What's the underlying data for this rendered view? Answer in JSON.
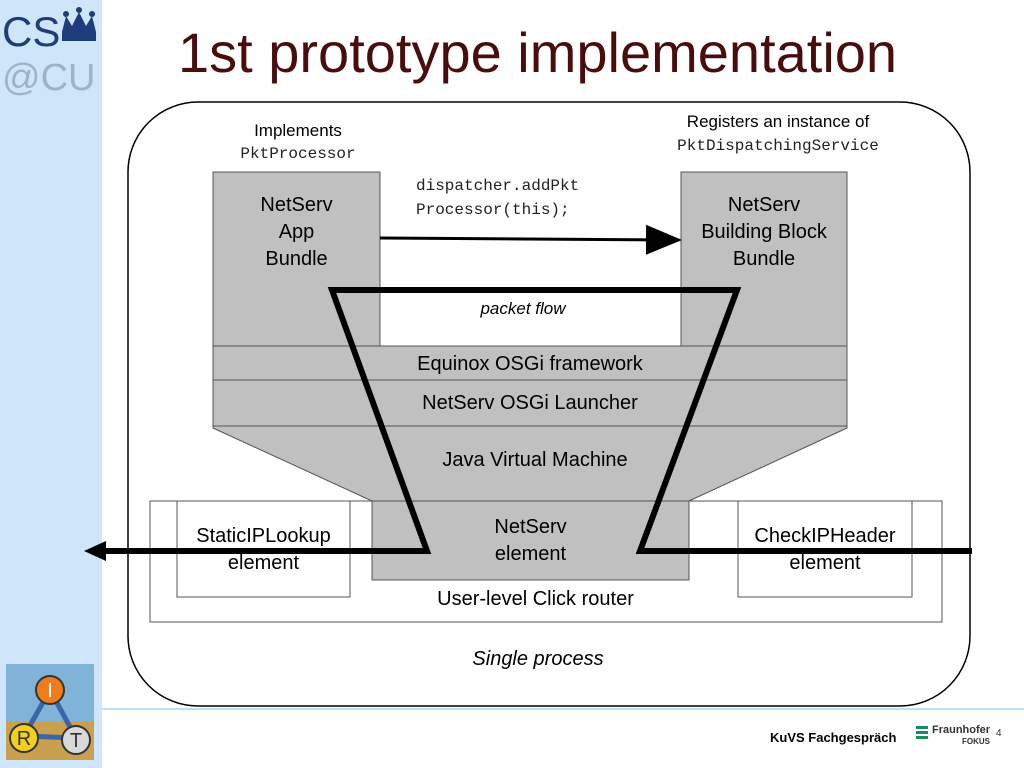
{
  "slide": {
    "title": "1st prototype implementation",
    "footer": "KuVS Fachgespräch",
    "fraunhofer_name": "Fraunhofer",
    "fraunhofer_sub": "FOKUS",
    "page_number": "4"
  },
  "logos": {
    "cs_text": "CS",
    "cu_text": "@CU",
    "irt_letters": [
      "I",
      "R",
      "T"
    ]
  },
  "diagram": {
    "implements_label": "Implements",
    "implements_interface": "PktProcessor",
    "registers_label": "Registers an instance of",
    "registers_service": "PktDispatchingService",
    "call_line1": "dispatcher.addPkt",
    "call_line2": "Processor(this);",
    "app_bundle": [
      "NetServ",
      "App",
      "Bundle"
    ],
    "building_block": [
      "NetServ",
      "Building Block",
      "Bundle"
    ],
    "packet_flow": "packet flow",
    "equinox": "Equinox OSGi framework",
    "launcher": "NetServ OSGi Launcher",
    "jvm": "Java Virtual Machine",
    "netserv_element": [
      "NetServ",
      "element"
    ],
    "static_lookup": [
      "StaticIPLookup",
      "element"
    ],
    "check_header": [
      "CheckIPHeader",
      "element"
    ],
    "click_router": "User-level Click router",
    "single_process": "Single process"
  },
  "colors": {
    "title": "#4a0d0d",
    "sidebar": "#cfe6fa",
    "box_gray": "#c0c0c0"
  }
}
